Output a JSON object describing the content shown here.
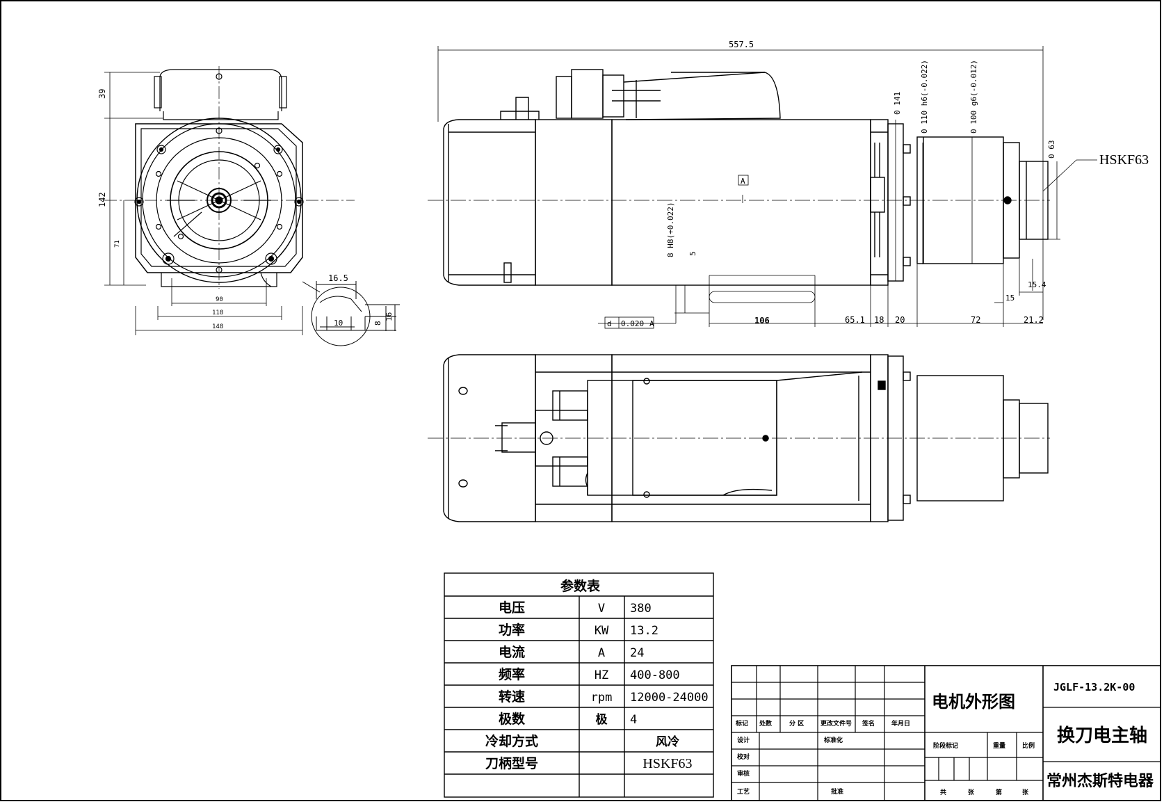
{
  "dimensions": {
    "overall_length": "557.5",
    "front_height_top": "39",
    "front_height_total": "142",
    "front_height_71": "71",
    "front_width_90": "90",
    "front_width_118": "118",
    "front_width_148": "148",
    "detail_16_5": "16.5",
    "detail_10": "10",
    "detail_8": "8",
    "detail_16": "16",
    "dia_141": "0 141",
    "dia_110": "0 110 h6(-0.022)",
    "dia_100": "0 100 g6(-0.012)",
    "dia_63": "0 63",
    "slot_h8": "8 H8(+0.022)",
    "slot_5": "5",
    "len_106": "106",
    "len_65_1": "65.1",
    "len_18": "18",
    "len_20": "20",
    "len_72": "72",
    "len_21_2": "21.2",
    "len_15": "15",
    "len_15_4": "15.4",
    "datum_a": "A",
    "tol_symbol": "d",
    "tol_value": "0.020",
    "tol_datum": "A"
  },
  "tool_holder_label": "HSKF63",
  "params": {
    "title": "参数表",
    "rows": [
      {
        "name": "电压",
        "unit": "V",
        "value": "380"
      },
      {
        "name": "功率",
        "unit": "KW",
        "value": "13.2"
      },
      {
        "name": "电流",
        "unit": "A",
        "value": "24"
      },
      {
        "name": "频率",
        "unit": "HZ",
        "value": "400-800"
      },
      {
        "name": "转速",
        "unit": "rpm",
        "value": "12000-24000"
      },
      {
        "name": "极数",
        "unit": "极",
        "value": "4"
      },
      {
        "name": "冷却方式",
        "unit": "",
        "value": "风冷"
      },
      {
        "name": "刀柄型号",
        "unit": "",
        "value": "HSKF63"
      }
    ]
  },
  "title_block": {
    "drawing_title": "电机外形图",
    "drawing_number": "JGLF-13.2K-00",
    "product_name": "换刀电主轴",
    "company": "常州杰斯特电器",
    "rev_headers": [
      "标记",
      "处数",
      "分 区",
      "更改文件号",
      "签名",
      "年月日"
    ],
    "role_design": "设计",
    "role_standard": "标准化",
    "role_check": "校对",
    "role_review": "审核",
    "role_process": "工艺",
    "role_approve": "批准",
    "stage_label": "阶段标记",
    "weight_label": "重量",
    "scale_label": "比例",
    "sheet_total": "共",
    "sheet_word": "张",
    "sheet_no": "第",
    "sheet_word2": "张"
  },
  "colors": {
    "ink": "#000000",
    "paper": "#ffffff"
  }
}
